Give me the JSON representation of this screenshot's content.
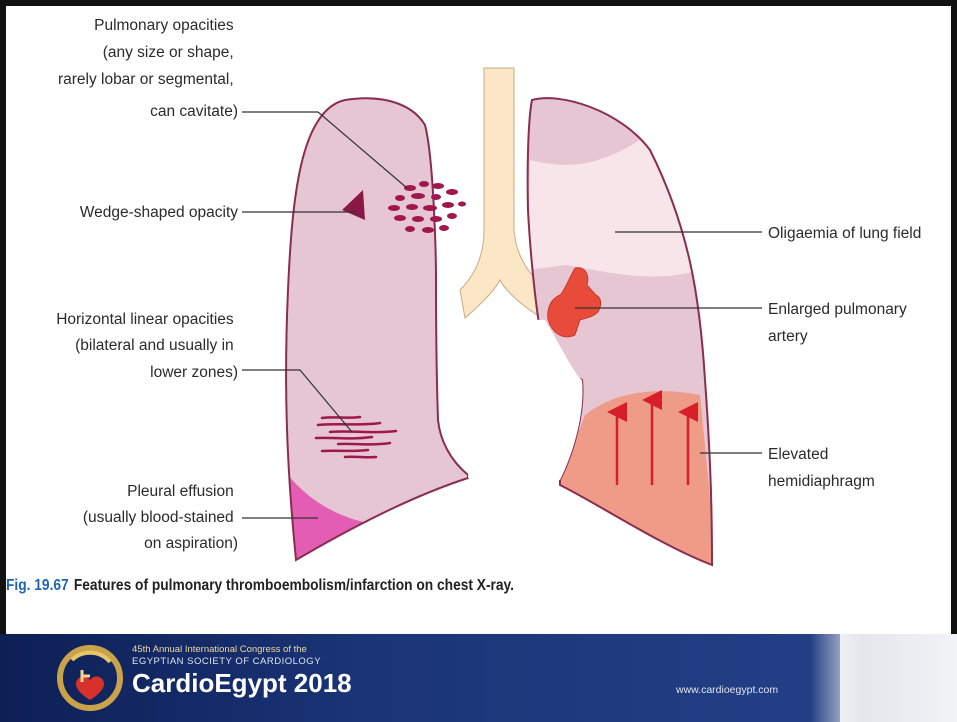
{
  "diagram": {
    "labels_left": {
      "pulmonary_opacities": [
        "Pulmonary opacities",
        "(any size or shape,",
        "rarely lobar or segmental,",
        "can cavitate)"
      ],
      "wedge_shaped": [
        "Wedge-shaped opacity"
      ],
      "horizontal_linear": [
        "Horizontal linear opacities",
        "(bilateral and usually in",
        "lower zones)"
      ],
      "pleural_effusion": [
        "Pleural effusion",
        "(usually blood-stained",
        "on aspiration)"
      ]
    },
    "labels_right": {
      "oligaemia": [
        "Oligaemia of lung field"
      ],
      "enlarged_artery": [
        "Enlarged pulmonary",
        "artery"
      ],
      "elevated_hemidiaphragm": [
        "Elevated",
        "hemidiaphragm"
      ]
    },
    "colors": {
      "lung_fill": "#e6c6d2",
      "lung_outline": "#8a2d4f",
      "trachea": "#fbe6c6",
      "oligaemia_zone": "#f7e5ea",
      "opacity": "#a0174e",
      "effusion": "#e25db3",
      "artery": "#e84b3a",
      "diaphragm_zone": "#ee9c88",
      "arrow": "#d81e28",
      "leader": "#333333"
    }
  },
  "caption": {
    "figure_number": "Fig. 19.67",
    "text": "Features of pulmonary thromboembolism/infarction on chest X-ray."
  },
  "banner": {
    "line1": "45th Annual International Congress of the",
    "line2": "EGYPTIAN SOCIETY OF CARDIOLOGY",
    "title": "CardioEgypt 2018",
    "url": "www.cardioegypt.com"
  }
}
